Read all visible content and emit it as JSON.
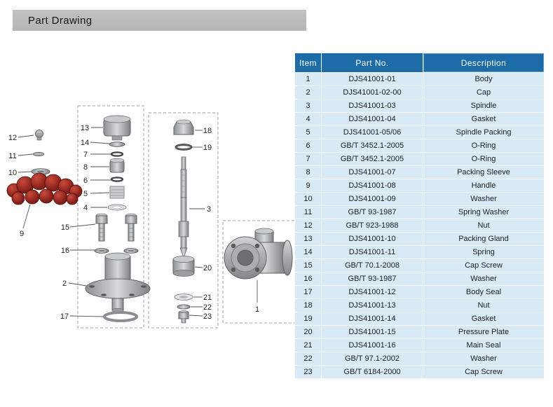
{
  "page": {
    "title": "Part Drawing"
  },
  "colors": {
    "header_blue": "#1d6ca7",
    "row_blue": "#d7eaf6",
    "titlebar_gray": "#b5b5b5",
    "handle_red": "#8f241c"
  },
  "table": {
    "headers": {
      "item": "Item",
      "part_no": "Part No.",
      "description": "Description"
    },
    "rows": [
      {
        "item": "1",
        "part_no": "DJS41001-01",
        "description": "Body"
      },
      {
        "item": "2",
        "part_no": "DJS41001-02-00",
        "description": "Cap"
      },
      {
        "item": "3",
        "part_no": "DJS41001-03",
        "description": "Spindle"
      },
      {
        "item": "4",
        "part_no": "DJS41001-04",
        "description": "Gasket"
      },
      {
        "item": "5",
        "part_no": "DJS41001-05/06",
        "description": "Spindle Packing"
      },
      {
        "item": "6",
        "part_no": "GB/T 3452.1-2005",
        "description": "O-Ring"
      },
      {
        "item": "7",
        "part_no": "GB/T 3452.1-2005",
        "description": "O-Ring"
      },
      {
        "item": "8",
        "part_no": "DJS41001-07",
        "description": "Packing Sleeve"
      },
      {
        "item": "9",
        "part_no": "DJS41001-08",
        "description": "Handle"
      },
      {
        "item": "10",
        "part_no": "DJS41001-09",
        "description": "Washer"
      },
      {
        "item": "11",
        "part_no": "GB/T 93-1987",
        "description": "Spring Washer"
      },
      {
        "item": "12",
        "part_no": "GB/T 923-1988",
        "description": "Nut"
      },
      {
        "item": "13",
        "part_no": "DJS41001-10",
        "description": "Packing Gland"
      },
      {
        "item": "14",
        "part_no": "DJS41001-11",
        "description": "Spring"
      },
      {
        "item": "15",
        "part_no": "GB/T 70.1-2008",
        "description": "Cap Screw"
      },
      {
        "item": "16",
        "part_no": "GB/T 93-1987",
        "description": "Washer"
      },
      {
        "item": "17",
        "part_no": "DJS41001-12",
        "description": "Body Seal"
      },
      {
        "item": "18",
        "part_no": "DJS41001-13",
        "description": "Nut"
      },
      {
        "item": "19",
        "part_no": "DJS41001-14",
        "description": "Gasket"
      },
      {
        "item": "20",
        "part_no": "DJS41001-15",
        "description": "Pressure Plate"
      },
      {
        "item": "21",
        "part_no": "DJS41001-16",
        "description": "Main Seal"
      },
      {
        "item": "22",
        "part_no": "GB/T 97.1-2002",
        "description": "Washer"
      },
      {
        "item": "23",
        "part_no": "GB/T 6184-2000",
        "description": "Cap Screw"
      }
    ]
  },
  "diagram": {
    "callouts": [
      {
        "label": "12"
      },
      {
        "label": "11"
      },
      {
        "label": "10"
      },
      {
        "label": "9"
      },
      {
        "label": "13"
      },
      {
        "label": "14"
      },
      {
        "label": "7"
      },
      {
        "label": "8"
      },
      {
        "label": "6"
      },
      {
        "label": "5"
      },
      {
        "label": "4"
      },
      {
        "label": "15"
      },
      {
        "label": "16"
      },
      {
        "label": "2"
      },
      {
        "label": "17"
      },
      {
        "label": "18"
      },
      {
        "label": "19"
      },
      {
        "label": "3"
      },
      {
        "label": "20"
      },
      {
        "label": "21"
      },
      {
        "label": "22"
      },
      {
        "label": "23"
      },
      {
        "label": "1"
      }
    ]
  }
}
